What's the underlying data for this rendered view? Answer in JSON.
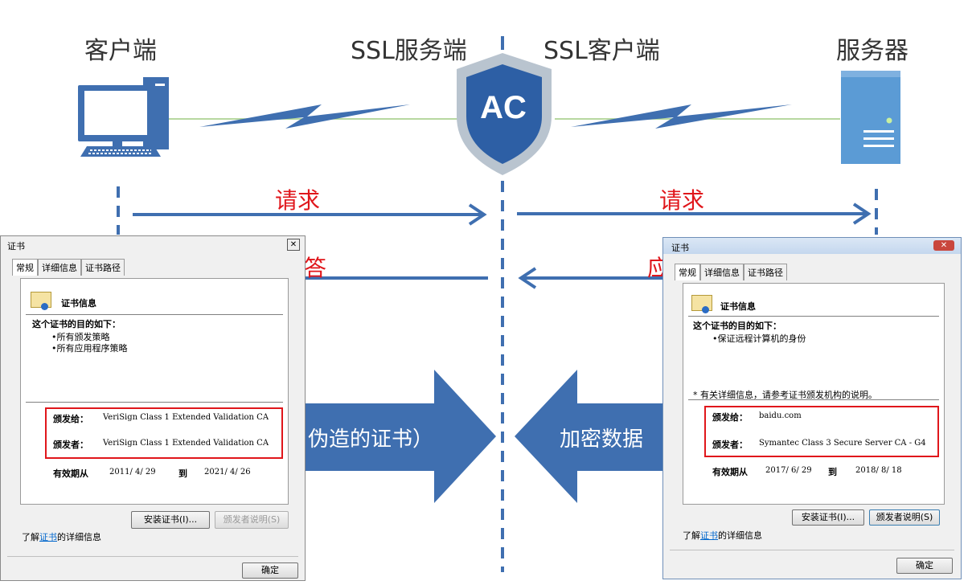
{
  "headers": {
    "client": "客户端",
    "ssl_server": "SSL服务端",
    "ssl_client": "SSL客户端",
    "server": "服务器"
  },
  "gateway_logo": "AC",
  "flow": {
    "request_left": "请求",
    "request_right": "请求",
    "response_left_partial": "答",
    "response_right_partial": "应",
    "arrow_left_text": "伪造的证书）",
    "arrow_right_text": "加密数据"
  },
  "cert_left": {
    "title": "证书",
    "close": "✕",
    "tabs": [
      "常规",
      "详细信息",
      "证书路径"
    ],
    "info_title": "证书信息",
    "purpose_heading": "这个证书的目的如下：",
    "purposes": [
      "•所有颁发策略",
      "•所有应用程序策略"
    ],
    "issued_to_label": "颁发给：",
    "issued_to_value": "VeriSign Class 1 Extended Validation CA",
    "issued_by_label": "颁发者：",
    "issued_by_value": "VeriSign Class 1 Extended Validation CA",
    "valid_label": "有效期从",
    "valid_from": "2011/ 4/ 29",
    "valid_to_word": "到",
    "valid_to": "2021/ 4/ 26",
    "install_btn": "安装证书(I)...",
    "issuer_btn": "颁发者说明(S)",
    "learn_prefix": "了解",
    "learn_link": "证书",
    "learn_suffix": "的详细信息",
    "ok_btn": "确定"
  },
  "cert_right": {
    "title": "证书",
    "close": "✕",
    "tabs": [
      "常规",
      "详细信息",
      "证书路径"
    ],
    "info_title": "证书信息",
    "purpose_heading": "这个证书的目的如下：",
    "purposes": [
      "•保证远程计算机的身份"
    ],
    "note": "* 有关详细信息，请参考证书颁发机构的说明。",
    "issued_to_label": "颁发给：",
    "issued_to_value": "baidu.com",
    "issued_by_label": "颁发者：",
    "issued_by_value": "Symantec Class 3 Secure Server CA - G4",
    "valid_label": "有效期从",
    "valid_from": "2017/ 6/ 29",
    "valid_to_word": "到",
    "valid_to": "2018/ 8/ 18",
    "install_btn": "安装证书(I)...",
    "issuer_btn": "颁发者说明(S)",
    "learn_prefix": "了解",
    "learn_link": "证书",
    "learn_suffix": "的详细信息",
    "ok_btn": "确定"
  },
  "colors": {
    "flow_blue": "#3f6fb0",
    "shield_blue": "#2d5fa5",
    "shield_rim": "#b9c4cf",
    "red": "#e0161b",
    "line_green": "#9fcc80",
    "server_blue": "#5b9bd5"
  }
}
